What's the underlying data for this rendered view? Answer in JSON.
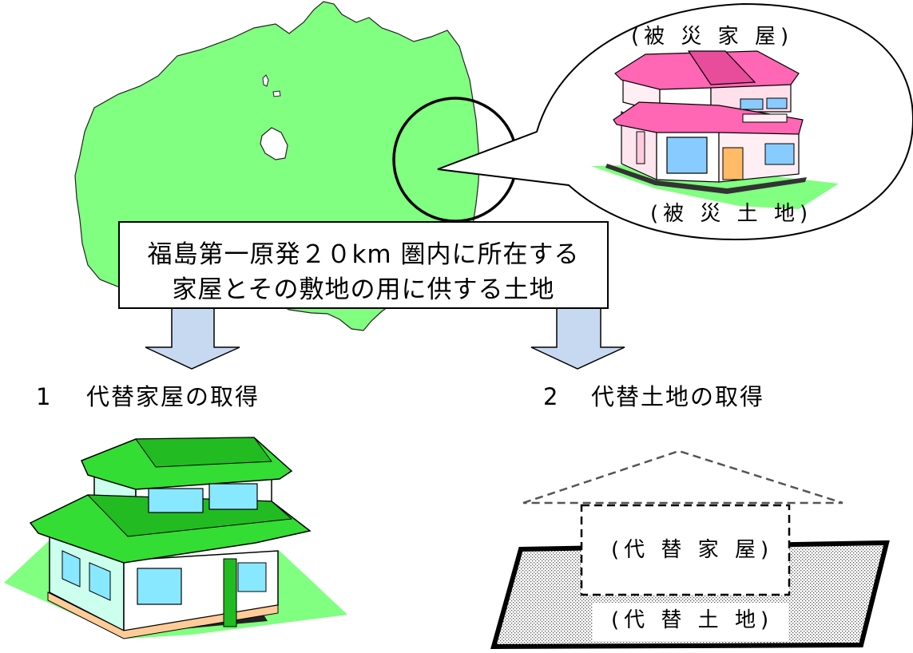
{
  "caption": {
    "line1": "福島第一原発２０km 圏内に所在する",
    "line2": "家屋とその敷地の用に供する土地"
  },
  "callout": {
    "house_label": "(被 災 家 屋)",
    "land_label": "(被 災 土 地)"
  },
  "options": [
    {
      "number": "1",
      "label": "代替家屋の取得"
    },
    {
      "number": "2",
      "label": "代替土地の取得"
    }
  ],
  "replacement": {
    "house_label": "(代 替 家 屋)",
    "land_label": "(代 替 土 地)"
  },
  "colors": {
    "map_fill": "#80ff80",
    "arrow_fill": "#c6d9f0",
    "pink_roof": "#ff66b3",
    "green_roof": "#33dd33",
    "window": "#88e8ff"
  }
}
